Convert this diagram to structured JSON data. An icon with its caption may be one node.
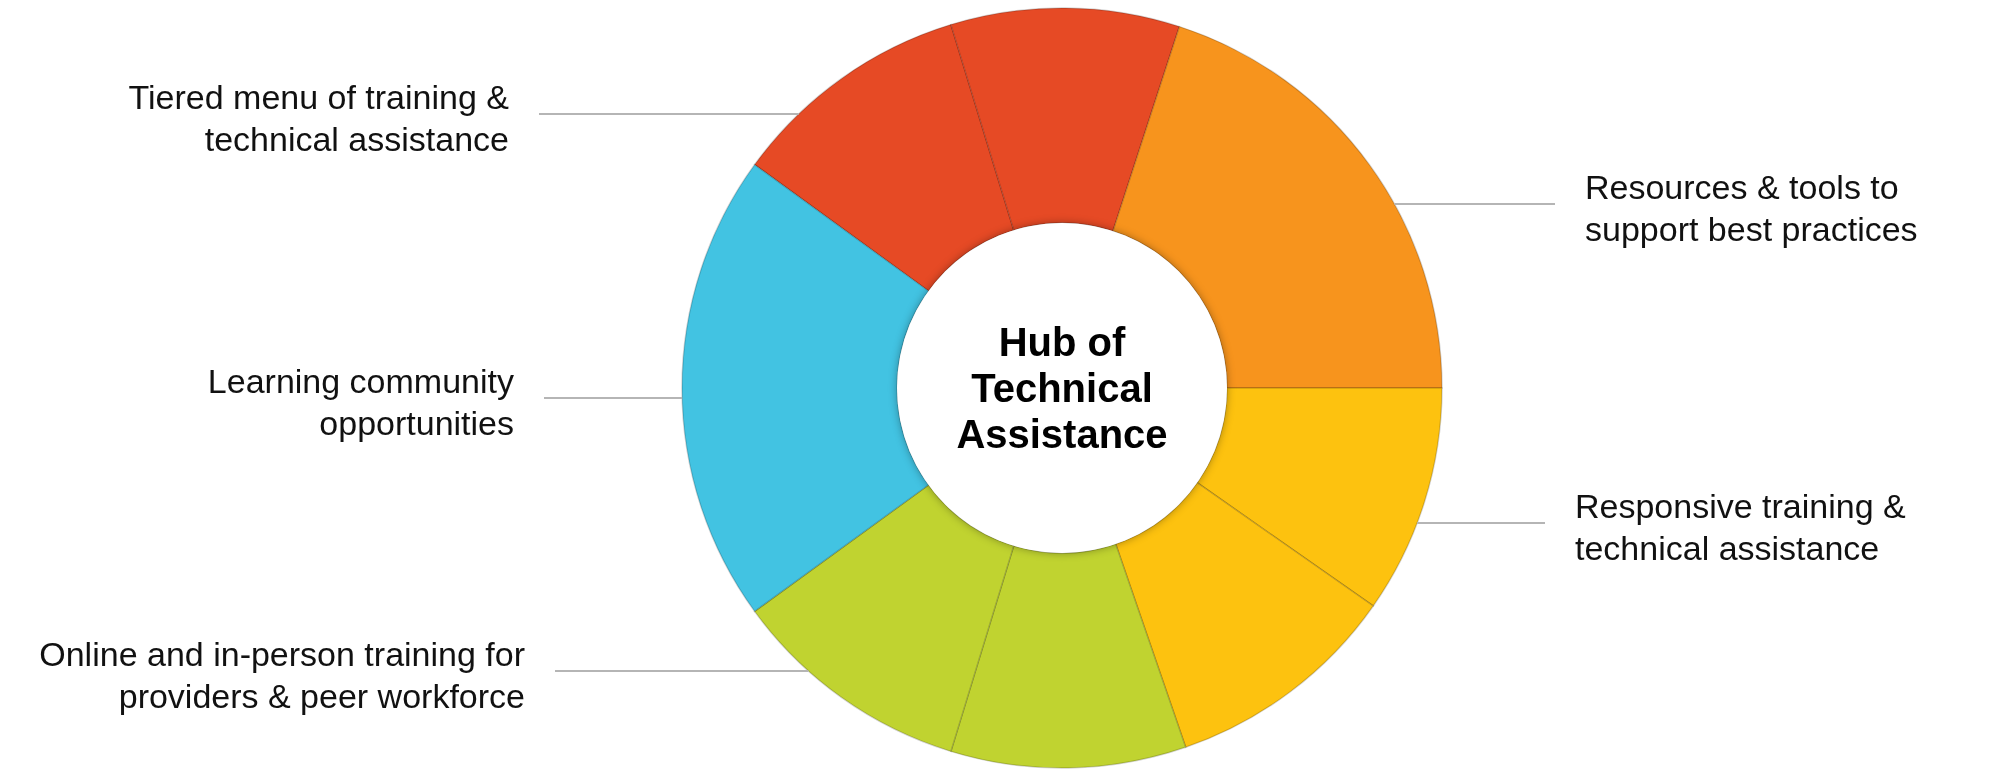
{
  "diagram": {
    "nodes": [
      {
        "text": [
          "Hub of Technical Assistance"
        ]
      },
      {
        "text": [],
        "shape": "wedge"
      },
      {
        "text": [],
        "shape": "wedge"
      },
      {
        "text": [],
        "shape": "wedge"
      },
      {
        "text": [],
        "shape": "wedge"
      },
      {
        "text": [],
        "shape": "wedge"
      },
      {
        "text": [],
        "shape": "wedge"
      },
      {
        "text": [],
        "shape": "wedge"
      },
      {
        "text": [],
        "shape": "wedge"
      },
      {
        "text": [
          "Tiered menu of training & technical assistance"
        ]
      },
      {
        "text": [
          "Resources & tools to support best practices"
        ]
      },
      {
        "text": [
          "Learning community opportunities"
        ]
      },
      {
        "text": [
          "Responsive training & technical assistance"
        ]
      },
      {
        "text": [
          "Online and in-person training for providers & peer workforce"
        ]
      }
    ],
    "edges": [
      {
        "from": 9,
        "to": 1,
        "arrow": "none"
      },
      {
        "from": 10,
        "to": 3,
        "arrow": "none"
      },
      {
        "from": 11,
        "to": 8,
        "arrow": "none"
      },
      {
        "from": 12,
        "to": 4,
        "arrow": "none"
      },
      {
        "from": 13,
        "to": 7,
        "arrow": "none"
      }
    ]
  }
}
